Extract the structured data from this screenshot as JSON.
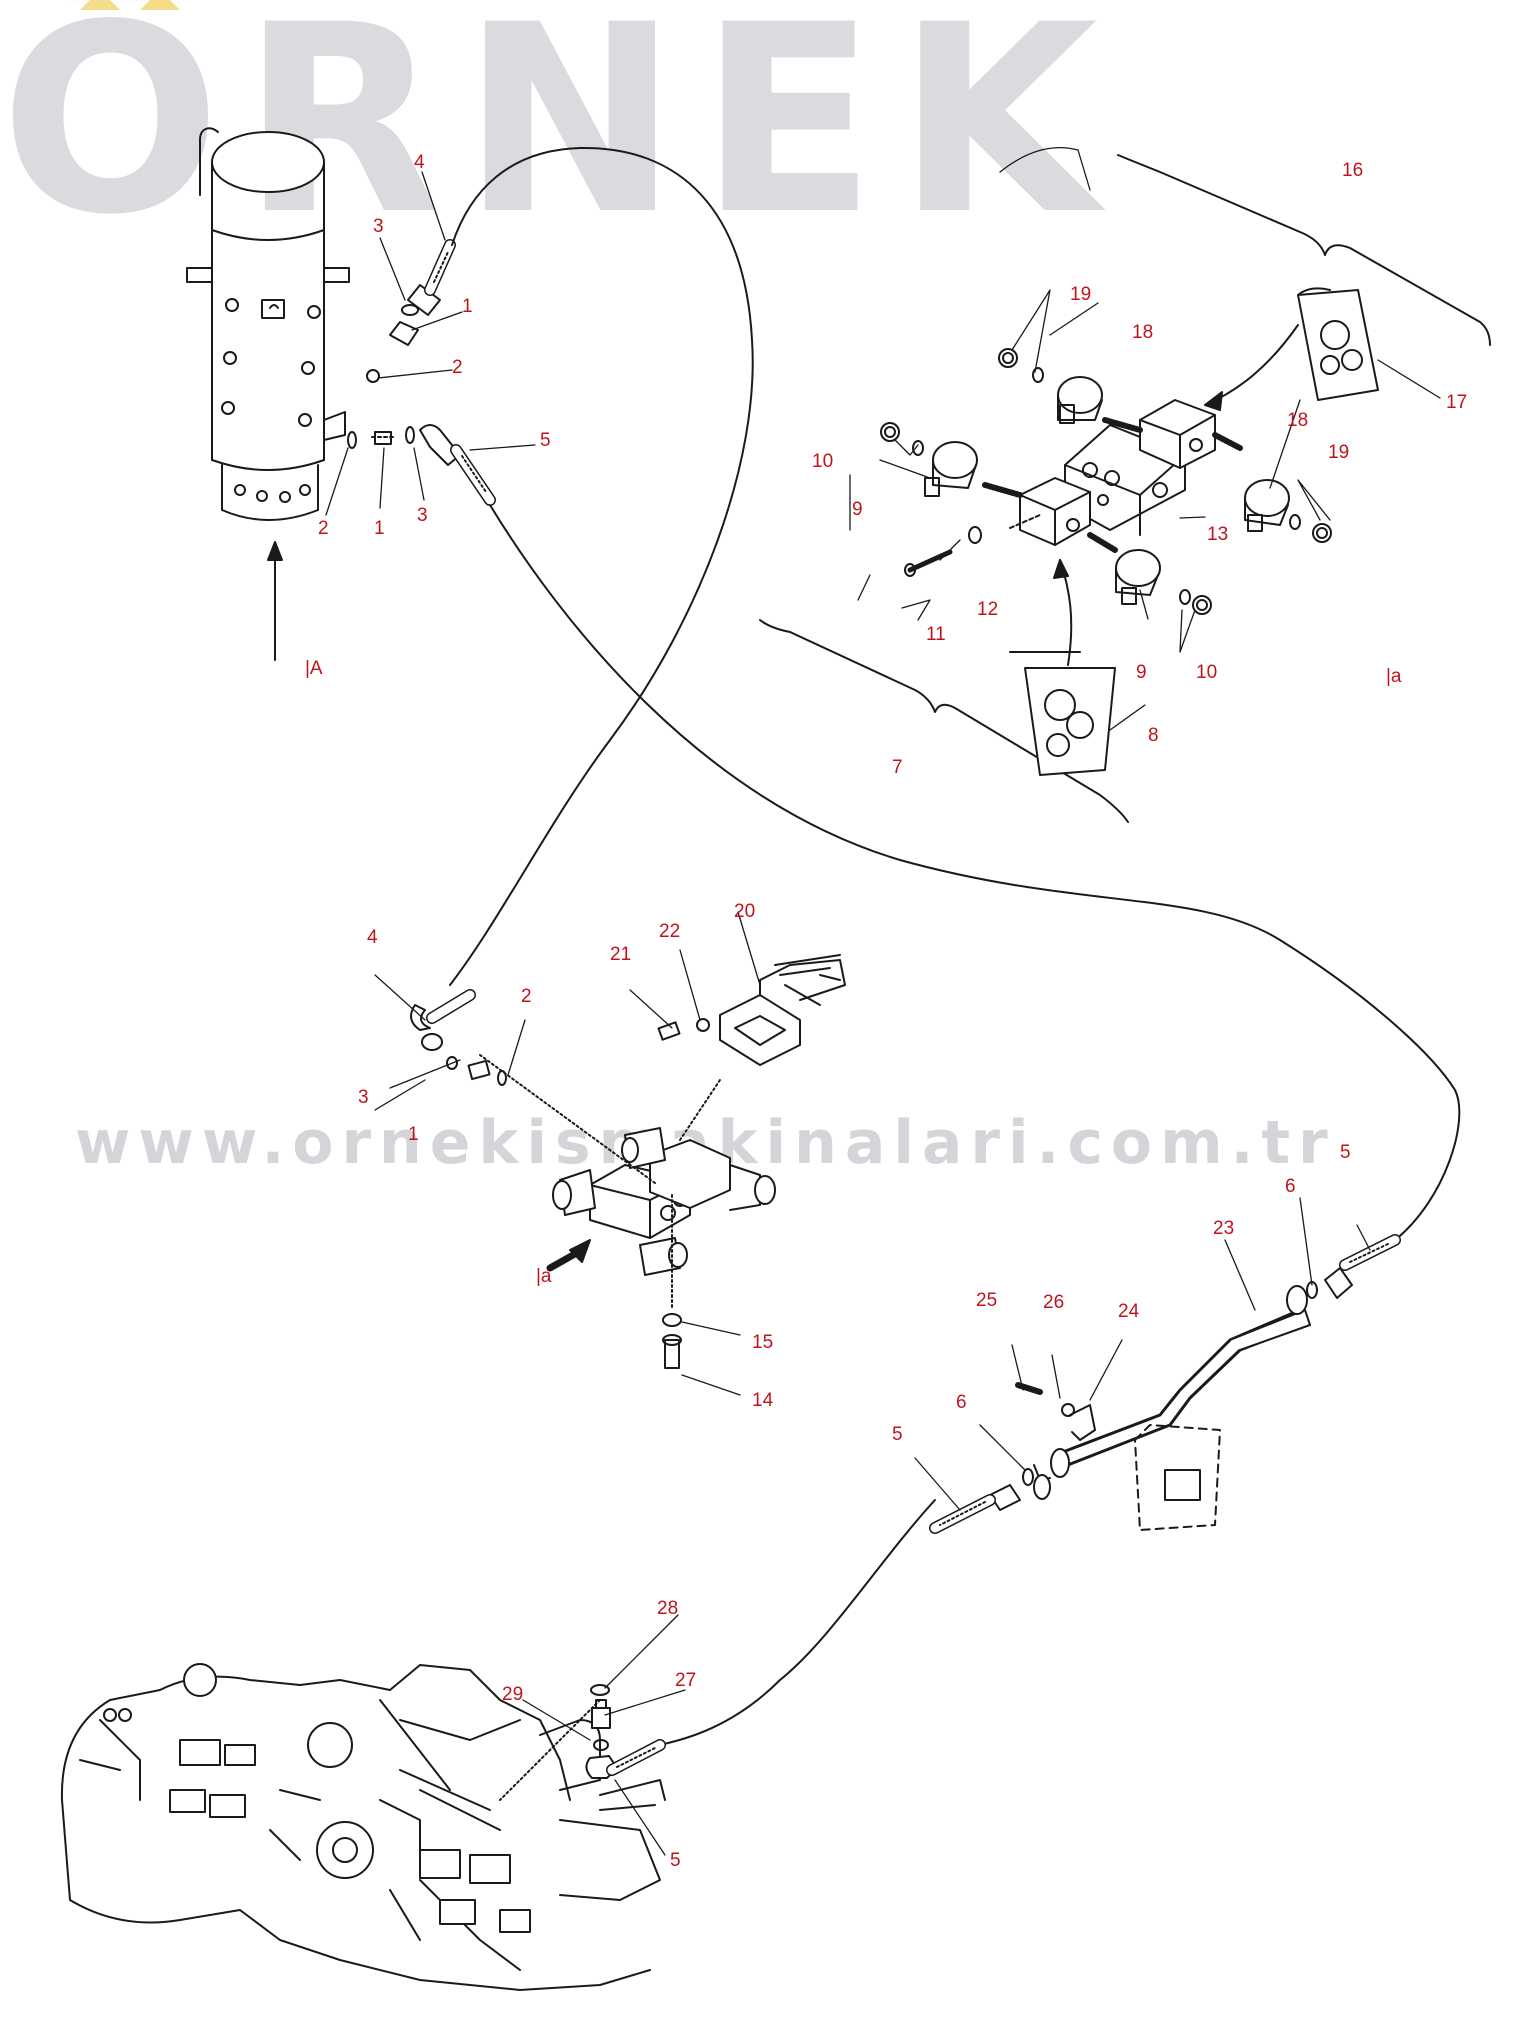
{
  "watermark": {
    "brand": "ÖRNEK",
    "url": "www.ornekismakinalari.com.tr",
    "brand_color": "#dcdadf",
    "accent_color": "#f3dc8a"
  },
  "view_refs": {
    "A_top": "|A",
    "a_right": "|a",
    "a_middle": "|a"
  },
  "callouts": {
    "c1a": "1",
    "c1b": "1",
    "c1c": "1",
    "c2a": "2",
    "c2b": "2",
    "c2c": "2",
    "c3a": "3",
    "c3b": "3",
    "c3c": "3",
    "c4a": "4",
    "c4b": "4",
    "c5a": "5",
    "c5b": "5",
    "c5c": "5",
    "c5d": "5",
    "c6a": "6",
    "c6b": "6",
    "c7": "7",
    "c8": "8",
    "c9a": "9",
    "c9b": "9",
    "c10a": "10",
    "c10b": "10",
    "c11": "11",
    "c12": "12",
    "c13": "13",
    "c14": "14",
    "c15": "15",
    "c16": "16",
    "c17": "17",
    "c18a": "18",
    "c18b": "18",
    "c19a": "19",
    "c19b": "19",
    "c20": "20",
    "c21": "21",
    "c22": "22",
    "c23": "23",
    "c24": "24",
    "c25": "25",
    "c26": "26",
    "c27": "27",
    "c28": "28",
    "c29": "29"
  },
  "colors": {
    "line": "#1a1a1a",
    "callout": "#c0141c"
  }
}
